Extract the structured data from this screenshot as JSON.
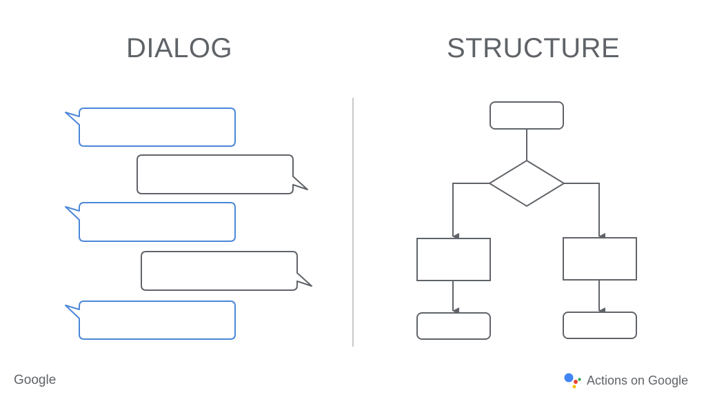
{
  "titles": {
    "left": "DIALOG",
    "right": "STRUCTURE"
  },
  "footer": {
    "left_logo_text": "Google",
    "right_logo_text": "Actions on Google",
    "right_logo_icon": "google-assistant-icon"
  },
  "colors": {
    "blue_bubble": "#4a86d8",
    "gray_stroke": "#5f6368",
    "divider": "#c8c8c8",
    "assistant_blue": "#4285f4",
    "assistant_red": "#ea4335",
    "assistant_yellow": "#fbbc04",
    "assistant_green": "#34a853"
  }
}
